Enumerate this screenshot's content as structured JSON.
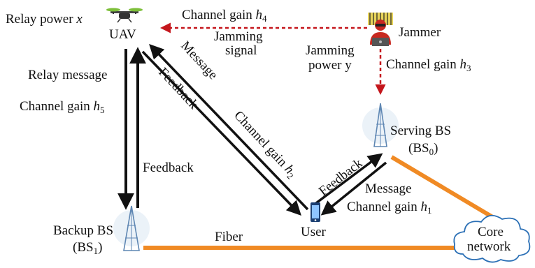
{
  "colors": {
    "black": "#111111",
    "red_dashed": "#c4161c",
    "orange_link": "#f08a24",
    "cloud_stroke": "#2a6fb5",
    "cloud_fill": "#ffffff",
    "drone_rotor": "#7dbf3a",
    "tower": "#5f87b3"
  },
  "icons": {
    "uav": "drone-icon",
    "jammer": "hacker-icon",
    "serving_bs": "cell-tower-icon",
    "backup_bs": "cell-tower-icon",
    "user": "smartphone-icon",
    "core": "cloud-icon"
  },
  "labels": {
    "relay_power_text": "Relay power ",
    "relay_power_var": "x",
    "uav": "UAV",
    "channel_gain_h4_text": "Channel gain ",
    "channel_gain_h4_var": "h",
    "channel_gain_h4_sub": "4",
    "jamming_signal_1": "Jamming",
    "jamming_signal_2": "signal",
    "jammer": "Jammer",
    "jamming_power_1": "Jamming",
    "jamming_power_2": "power y",
    "channel_gain_h3_text": "Channel gain ",
    "channel_gain_h3_var": "h",
    "channel_gain_h3_sub": "3",
    "relay_message": "Relay message",
    "channel_gain_h5_text": "Channel gain ",
    "channel_gain_h5_var": "h",
    "channel_gain_h5_sub": "5",
    "feedback_left": "Feedback",
    "message_diag": "Message",
    "feedback_diag": "Feedback",
    "channel_gain_h2_text": "Channel gain ",
    "channel_gain_h2_var": "h",
    "channel_gain_h2_sub": "2",
    "serving_bs_1": "Serving BS",
    "serving_bs_2_pre": "(BS",
    "serving_bs_2_sub": "0",
    "serving_bs_2_post": ")",
    "feedback_user": "Feedback",
    "message_user": "Message",
    "channel_gain_h1_text": "Channel gain ",
    "channel_gain_h1_var": "h",
    "channel_gain_h1_sub": "1",
    "user": "User",
    "backup_bs_1": "Backup BS",
    "backup_bs_2_pre": "(BS",
    "backup_bs_2_sub": "1",
    "backup_bs_2_post": ")",
    "fiber": "Fiber",
    "core_1": "Core",
    "core_2": "network"
  }
}
